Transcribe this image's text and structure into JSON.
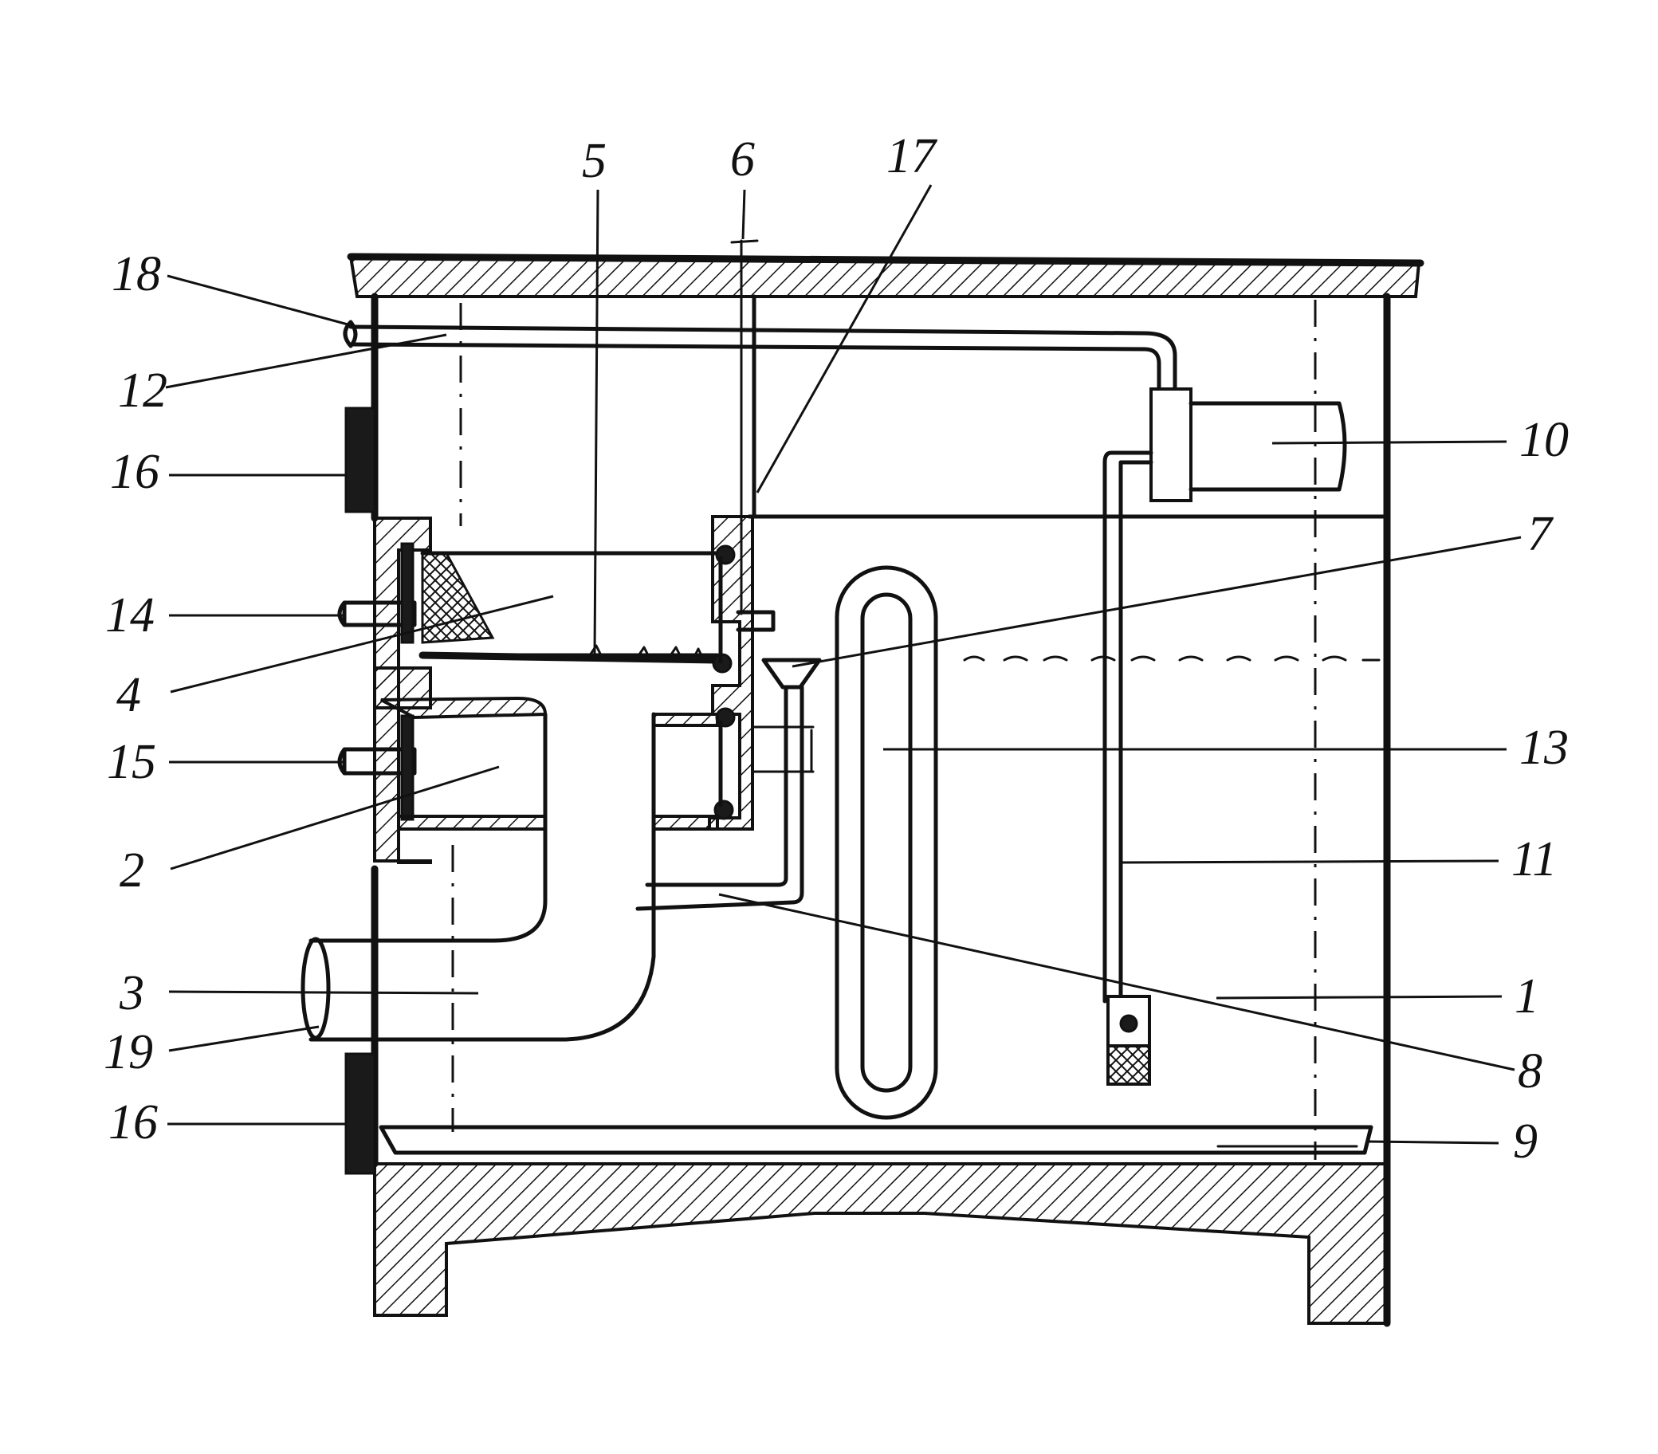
{
  "labels": {
    "l18": "18",
    "l12": "12",
    "l16a": "16",
    "l14": "14",
    "l4": "4",
    "l15": "15",
    "l2": "2",
    "l3": "3",
    "l19": "19",
    "l16b": "16",
    "l5": "5",
    "l6": "6",
    "l17": "17",
    "l10": "10",
    "l7": "7",
    "l13": "13",
    "l11": "11",
    "l1": "1",
    "l8": "8",
    "l9": "9"
  }
}
